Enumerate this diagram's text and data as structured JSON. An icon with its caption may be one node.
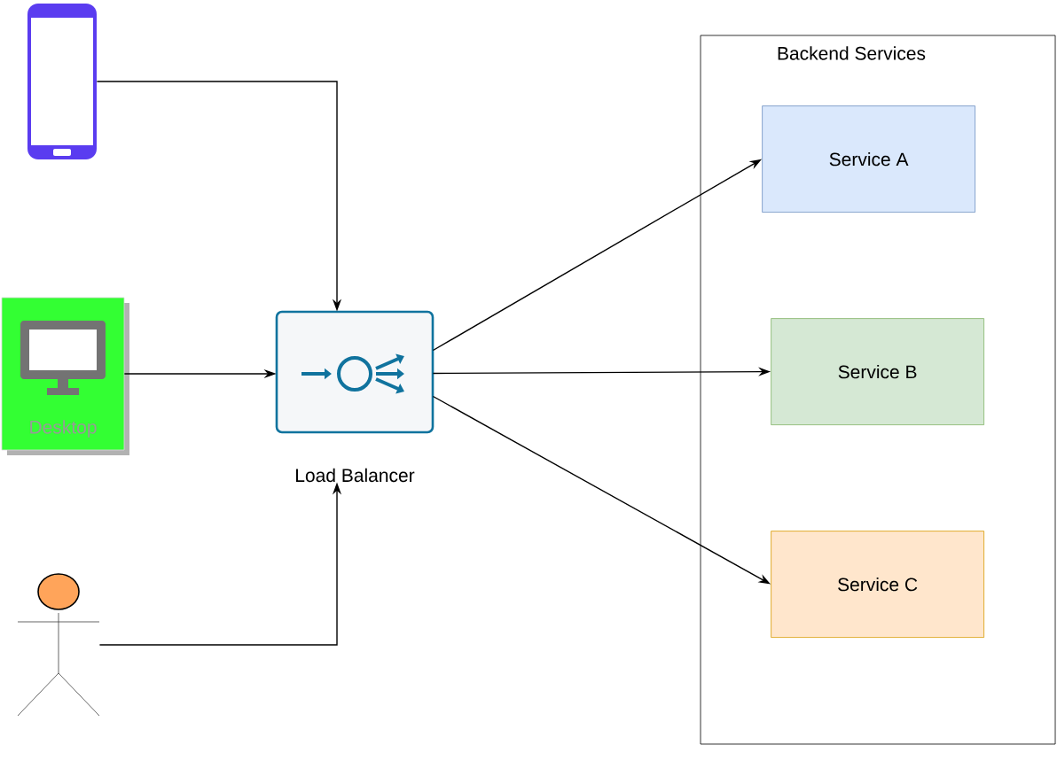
{
  "diagram": {
    "nodes": [
      {
        "text": [],
        "shape": "phone"
      },
      {
        "text": [
          "Desktop"
        ]
      },
      {
        "text": [],
        "shape": "person"
      },
      {
        "text": [
          "Load Balancer"
        ]
      },
      {
        "text": [
          "Backend Services"
        ]
      },
      {
        "text": [
          "Service A"
        ],
        "in": 4
      },
      {
        "text": [
          "Service B"
        ],
        "in": 4
      },
      {
        "text": [
          "Service C"
        ],
        "in": 4
      }
    ],
    "edges": [
      {
        "from": 0,
        "to": 3,
        "arrow": "to"
      },
      {
        "from": 1,
        "to": 3,
        "arrow": "to"
      },
      {
        "from": 2,
        "to": 3,
        "arrow": "to"
      },
      {
        "from": 3,
        "to": 5,
        "arrow": "to"
      },
      {
        "from": 3,
        "to": 6,
        "arrow": "to"
      },
      {
        "from": 3,
        "to": 7,
        "arrow": "to"
      }
    ]
  }
}
